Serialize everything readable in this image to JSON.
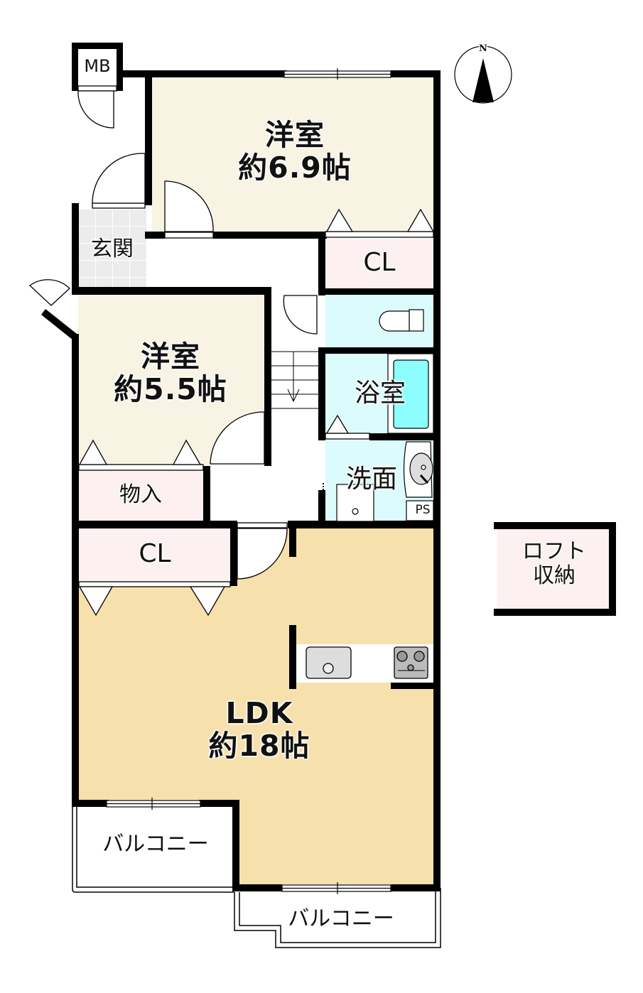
{
  "colors": {
    "wall": "#000000",
    "western_room": "#f8f3e2",
    "ldk": "#f6e0ab",
    "closet": "#fdf0f0",
    "wet_area": "#dcfbfd",
    "bathtub": "#8dfdfd",
    "entrance_tile": "#ececec"
  },
  "compass": {
    "label": "N"
  },
  "rooms": {
    "meter_box": {
      "label": "MB"
    },
    "western_room_1": {
      "name": "洋室",
      "size": "約6.9帖"
    },
    "western_room_2": {
      "name": "洋室",
      "size": "約5.5帖"
    },
    "entrance": {
      "label": "玄関"
    },
    "closet_1": {
      "label": "CL"
    },
    "closet_2": {
      "label": "CL"
    },
    "storage": {
      "label": "物入"
    },
    "bathroom": {
      "label": "浴室"
    },
    "washroom": {
      "label": "洗面"
    },
    "pipe_space": {
      "label": "PS"
    },
    "ldk": {
      "name": "LDK",
      "size": "約18帖"
    },
    "loft_storage": {
      "line1": "ロフト",
      "line2": "収納"
    },
    "balcony_1": {
      "label": "バルコニー"
    },
    "balcony_2": {
      "label": "バルコニー"
    }
  }
}
